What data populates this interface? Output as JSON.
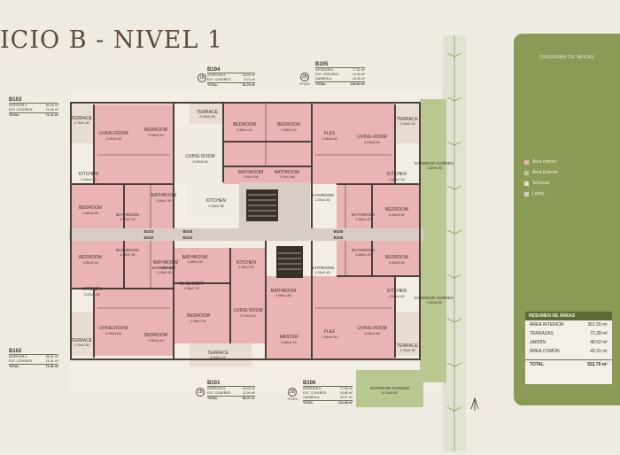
{
  "title": "ICIO B - NIVEL 1",
  "colors": {
    "interior": "#eab4b4",
    "exterior": "#b9c790",
    "terrace": "#e9dcd3",
    "lobby": "#d8ccc6",
    "panel": "#8b9a55",
    "wall": "#4a3f39"
  },
  "units": {
    "B103": {
      "name": "B103",
      "rows": [
        {
          "k": "INTERIOR A",
          "v": "59.34 m²"
        },
        {
          "k": "EXT. COVERED",
          "v": "12.38 m²"
        }
      ],
      "total": {
        "k": "TOTAL",
        "v": "71.72 m²"
      }
    },
    "B104": {
      "name": "B104",
      "num": "1B",
      "rows": [
        {
          "k": "INTERIOR A",
          "v": "43.00 m²"
        },
        {
          "k": "EXT. COVERED",
          "v": "8.70 m²"
        }
      ],
      "total": {
        "k": "TOTAL",
        "v": "51.70 m²"
      }
    },
    "B105": {
      "name": "B105",
      "num": "2B",
      "flex": "+FLEX",
      "rows": [
        {
          "k": "INTERIOR A",
          "v": "77.31 m²"
        },
        {
          "k": "EXT. COVERED",
          "v": "13.94 m²"
        },
        {
          "k": "GARDEN A",
          "v": "15.45 m²"
        }
      ],
      "total": {
        "k": "TOTAL",
        "v": "106.60 m²"
      }
    },
    "B102": {
      "name": "B102",
      "rows": [
        {
          "k": "INTERIOR A",
          "v": "59.41 m²"
        },
        {
          "k": "EXT. COVERED",
          "v": "12.41 m²"
        }
      ],
      "total": {
        "k": "TOTAL",
        "v": "71.82 m²"
      }
    },
    "B101": {
      "name": "B101",
      "num": "1B",
      "rows": [
        {
          "k": "INTERIOR A",
          "v": "44.23 m²"
        },
        {
          "k": "EXT. COVERED",
          "v": "12.04 m²"
        }
      ],
      "total": {
        "k": "TOTAL",
        "v": "56.37 m²"
      }
    },
    "B106": {
      "name": "B106",
      "num": "2B",
      "flex": "+FLEX",
      "rows": [
        {
          "k": "INTERIOR A",
          "v": "77.90 m²"
        },
        {
          "k": "EXT. COVERED",
          "v": "13.85 m²"
        },
        {
          "k": "GARDEN A",
          "v": "33.17 m²"
        }
      ],
      "total": {
        "k": "TOTAL",
        "v": "124.48 m²"
      }
    }
  },
  "unit_tags": {
    "b103": "B103",
    "b102": "B102",
    "b104": "B104",
    "b101": "B101",
    "b105": "B105",
    "b106": "B106"
  },
  "rooms": {
    "terrace_nw": [
      "TERRACE",
      "1.70x3.30"
    ],
    "living_nw": [
      "LIVING ROOM",
      "3.00x3.69"
    ],
    "bed_nw": [
      "BEDROOM",
      "2.50x3.40"
    ],
    "kitchen_nw": [
      "KITCHEN",
      "2.40x1.90"
    ],
    "bath_nw": [
      "BATHROOM",
      "1.80x2.40"
    ],
    "bed2_nw": [
      "BEDROOM",
      "2.80x3.00"
    ],
    "terrace_n": [
      "TERRACE",
      "2.00x2.00"
    ],
    "living_n": [
      "LIVING ROOM",
      "3.20x3.90"
    ],
    "kitchen_n": [
      "KITCHEN",
      "2.95x2.35"
    ],
    "bath_n": [
      "BATHROOM",
      "1.80x2.40"
    ],
    "bed_nc1": [
      "BEDROOM",
      "2.85x3.15"
    ],
    "bed_nc2": [
      "BEDROOM",
      "2.85x3.15"
    ],
    "bath_nc": [
      "BATHROOM",
      "1.90x1.80"
    ],
    "bath_nc2": [
      "BATHROOM",
      "1.90x1.80"
    ],
    "flex_ne": [
      "FLEX",
      "2.50x4.00"
    ],
    "living_ne": [
      "LIVING ROOM",
      "3.00x3.69"
    ],
    "terrace_ne": [
      "TERRACE",
      "1.90x3.30"
    ],
    "kitchen_ne": [
      "KITCHEN",
      "2.60x1.90"
    ],
    "bath_ne": [
      "BATHROOM",
      "1.80x2.40"
    ],
    "bed_ne": [
      "BEDROOM",
      "2.80x3.00"
    ],
    "bath_nec": [
      "BATHROOM",
      "1.20x2.40"
    ],
    "garden_ne": [
      "EXTERIOR GARDEN",
      "1.82x9.35"
    ],
    "bed_sw2": [
      "BEDROOM",
      "2.80x3.00"
    ],
    "bath_sw": [
      "BATHROOM",
      "1.80x2.40"
    ],
    "kitchen_sw": [
      "KITCHEN",
      "3.20x1.60"
    ],
    "living_sw": [
      "LIVING ROOM",
      "3.00x3.69"
    ],
    "bed_sw": [
      "BEDROOM",
      "2.50x3.40"
    ],
    "terrace_sw": [
      "TERRACE",
      "1.70x3.30"
    ],
    "bath_swc": [
      "BATHROOM",
      "1.20x2.40"
    ],
    "bath_s": [
      "BATHROOM",
      "2.85x1.50"
    ],
    "closet_s": [
      "W. CLOSET",
      "1.95x2.20"
    ],
    "bed_s": [
      "BEDROOM",
      "2.85x2.92"
    ],
    "kitchen_s": [
      "KITCHEN",
      "1.60x2.50"
    ],
    "living_s": [
      "LIVING ROOM",
      "3.76x4.02"
    ],
    "terrace_s": [
      "TERRACE",
      "4.44x1.12"
    ],
    "bath_sc": [
      "BATHROOM",
      "1.90x1.80"
    ],
    "master_s": [
      "MASTER",
      "2.85x3.15"
    ],
    "bath_sec": [
      "BATHROOM",
      "1.20x2.40"
    ],
    "flex_se": [
      "FLEX",
      "2.50x4.00"
    ],
    "living_se": [
      "LIVING ROOM",
      "3.00x3.69"
    ],
    "terrace_se": [
      "TERRACE",
      "1.70x3.30"
    ],
    "bath_se": [
      "BATHROOM",
      "1.80x2.40"
    ],
    "bed_se": [
      "BEDROOM",
      "2.80x3.00"
    ],
    "kitchen_se": [
      "KITCHEN",
      "2.60x1.60"
    ],
    "garden_se": [
      "EXTERIOR GARDEN",
      "1.82x9.35"
    ],
    "garden_s": [
      "EXTERIOR GARDEN",
      "6.32x3.80"
    ]
  },
  "diagram": {
    "title": "DIAGRAMA DE ÁREAS"
  },
  "legend": [
    {
      "label": "Área Interior",
      "color": "#eab4b4"
    },
    {
      "label": "Área Exterior",
      "color": "#b9c790"
    },
    {
      "label": "Terrazas",
      "color": "#e9dcd3"
    },
    {
      "label": "Lobby",
      "color": "#d8ccc6"
    }
  ],
  "summary": {
    "header": "RESUMEN DE ÁREAS",
    "rows": [
      {
        "k": "ÁREA INTERIOR",
        "v": "361.55 m²"
      },
      {
        "k": "TERRAZAS",
        "v": "72.28 m²"
      },
      {
        "k": "JARDÍN",
        "v": "48.62 m²"
      },
      {
        "k": "ÁREA COMÚN",
        "v": "40.31 m²"
      }
    ],
    "total": {
      "k": "TOTAL",
      "v": "522.76 m²"
    }
  }
}
